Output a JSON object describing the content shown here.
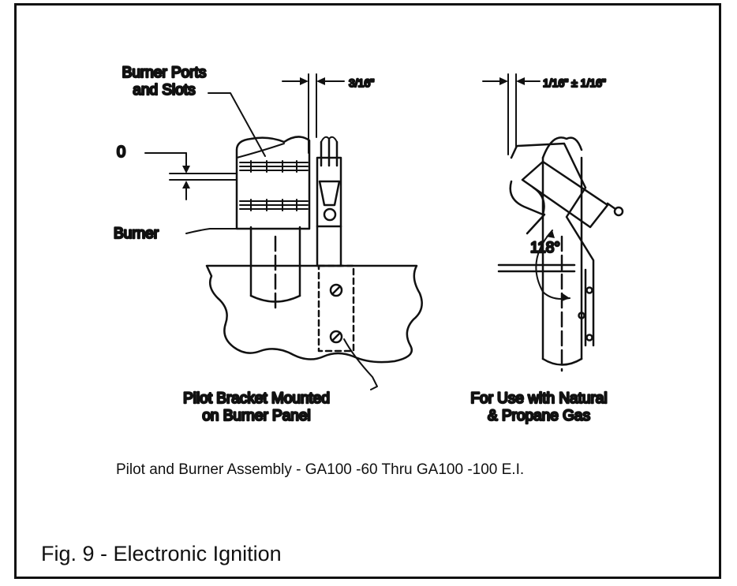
{
  "figure": {
    "title": "Fig. 9 - Electronic Ignition",
    "caption": "Pilot and Burner Assembly - GA100 -60 Thru GA100 -100 E.I."
  },
  "labels": {
    "burner_ports_line1": "Burner Ports",
    "burner_ports_line2": "and Slots",
    "gap_zero": "0",
    "burner": "Burner",
    "gap_left": "3/16\"",
    "gap_right": "1/16\" ± 1/16\"",
    "angle": "118°",
    "pilot_bracket_line1": "Pilot Bracket Mounted",
    "pilot_bracket_line2": "on Burner Panel",
    "gas_use_line1": "For Use with Natural",
    "gas_use_line2": "& Propane Gas"
  }
}
